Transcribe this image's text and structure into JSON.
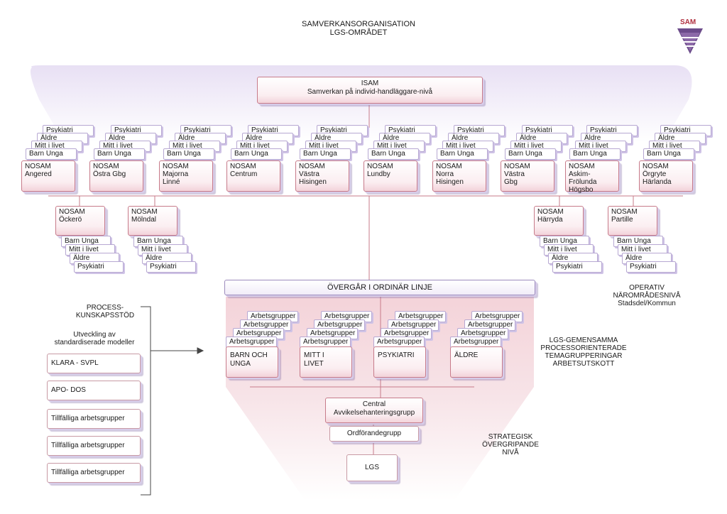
{
  "header": {
    "title_line1": "SAMVERKANSORGANISATION",
    "title_line2": "LGS-OMRÅDET"
  },
  "logo": {
    "text": "SAM",
    "color": "#b0303f"
  },
  "isam": {
    "line1": "ISAM",
    "line2": "Samverkan på individ-handläggare-nivå"
  },
  "nosam_top": [
    {
      "name": "NOSAM\nAngered"
    },
    {
      "name": "NOSAM\nÖstra Gbg"
    },
    {
      "name": "NOSAM\nMajorna\nLinné"
    },
    {
      "name": "NOSAM\nCentrum"
    },
    {
      "name": "NOSAM\nVästra\nHisingen"
    },
    {
      "name": "NOSAM\nLundby"
    },
    {
      "name": "NOSAM\nNorra\nHisingen"
    },
    {
      "name": "NOSAM\nVästra\nGbg"
    },
    {
      "name": "NOSAM\nAskim-Frölunda\nHögsbo"
    },
    {
      "name": "NOSAM\nÖrgryte\nHärlanda"
    }
  ],
  "nosam_sub_top": [
    "Psykiatri",
    "Äldre",
    "Mitt i livet",
    "Barn Unga"
  ],
  "nosam_lower": [
    {
      "name": "NOSAM\nÖckerö"
    },
    {
      "name": "NOSAM\nMölndal"
    },
    {
      "name": "NOSAM\nHärryda"
    },
    {
      "name": "NOSAM\nPartille"
    }
  ],
  "nosam_sub_lower": [
    "Barn Unga",
    "Mitt i livet",
    "Äldre",
    "Psykiatri"
  ],
  "ordinar": {
    "label": "ÖVERGÅR I ORDINÄR LINJE"
  },
  "operativ": {
    "line1": "OPERATIV",
    "line2": "NÄROMRÅDESNIVÅ",
    "line3": "Stadsdel/Kommun"
  },
  "process": {
    "title_line1": "PROCESS-",
    "title_line2": "KUNSKAPSSTÖD",
    "subtitle_line1": "Utveckling av",
    "subtitle_line2": "standardiserade modeller",
    "items": [
      "KLARA - SVPL",
      "APO- DOS",
      "Tillfälliga arbetsgrupper",
      "Tillfälliga arbetsgrupper",
      "Tillfälliga arbetsgrupper"
    ]
  },
  "tema": {
    "groups": [
      "BARN OCH\nUNGA",
      "MITT I\nLIVET",
      "PSYKIATRI",
      "ÄLDRE"
    ],
    "sub_label": "Arbetsgrupper"
  },
  "lgs_gem": {
    "line1": "LGS-GEMENSAMMA",
    "line2": "PROCESSORIENTERADE",
    "line3": "TEMAGRUPPERINGAR",
    "line4": "ARBETSUTSKOTT"
  },
  "central": {
    "line1": "Central",
    "line2": "Avvikelsehanteringsgrupp"
  },
  "ordforande": {
    "label": "Ordförandegrupp"
  },
  "lgs": {
    "label": "LGS"
  },
  "strategisk": {
    "line1": "STRATEGISK",
    "line2": "ÖVERGRIPANDE",
    "line3": "NIVÅ"
  }
}
